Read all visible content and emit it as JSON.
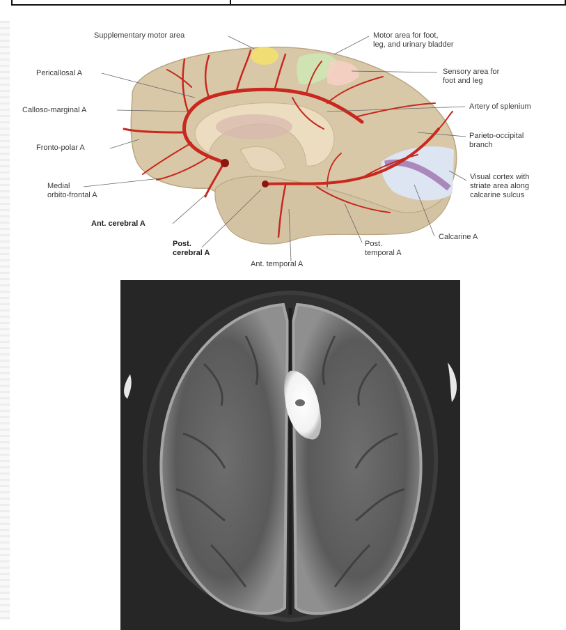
{
  "labels": {
    "supplementary_motor": "Supplementary motor area",
    "motor_foot": "Motor area for foot,\nleg, and urinary bladder",
    "pericallosal": "Pericallosal A",
    "sensory_foot": "Sensory area for\nfoot and leg",
    "callosomarginal": "Calloso-marginal A",
    "splenium": "Artery of splenium",
    "frontopolar": "Fronto-polar A",
    "parieto_occipital": "Parieto-occipital\nbranch",
    "medial_orbitofrontal": "Medial\norbito-frontal A",
    "visual_cortex": "Visual cortex with\nstriate area along\ncalcarine sulcus",
    "ant_cerebral": "Ant. cerebral A",
    "calcarine": "Calcarine A",
    "post_cerebral": "Post.\ncerebral A",
    "post_temporal": "Post.\ntemporal A",
    "ant_temporal": "Ant. temporal A"
  },
  "colors": {
    "brain": "#d8c8a8",
    "artery": "#c8281e",
    "supplementary_area": "#f4e06a",
    "motor_area": "#cfe6b4",
    "sensory_area": "#f5cfc2",
    "visual_area": "#dde6f6",
    "striate": "#9a6aa8"
  }
}
